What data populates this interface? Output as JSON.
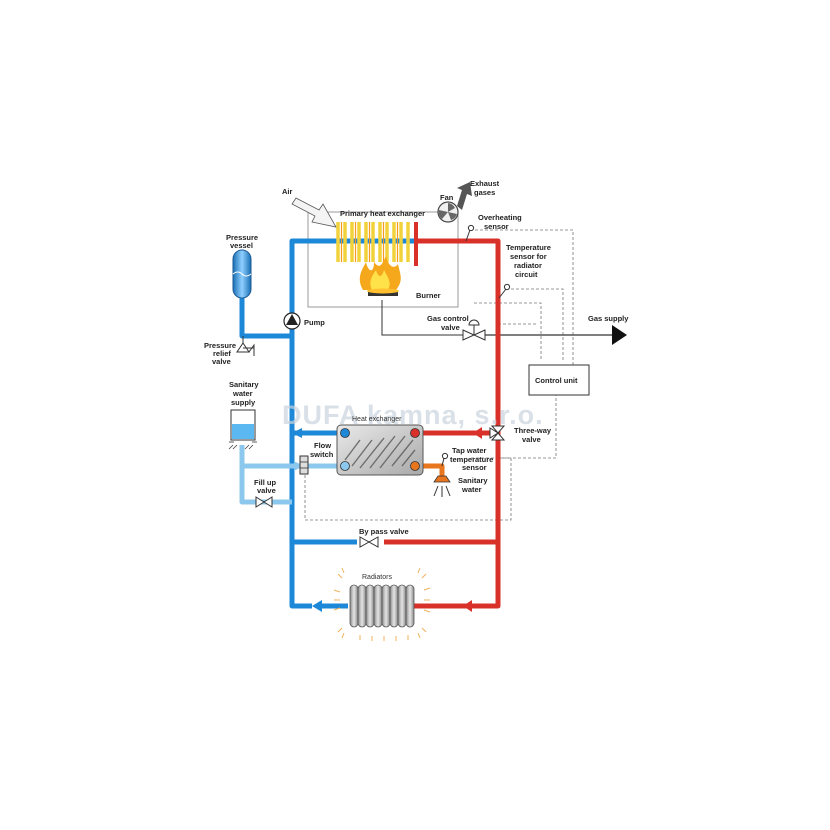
{
  "labels": {
    "air": "Air",
    "fan": "Fan",
    "exhaust_1": "Exhaust",
    "exhaust_2": "gases",
    "primary_heat_exchanger": "Primary heat exchanger",
    "overheating_1": "Overheating",
    "overheating_2": "sensor",
    "temp_sensor_1": "Temperature",
    "temp_sensor_2": "sensor for",
    "temp_sensor_3": "radiator",
    "temp_sensor_4": "circuit",
    "burner": "Burner",
    "pressure_vessel_1": "Pressure",
    "pressure_vessel_2": "vessel",
    "pump": "Pump",
    "gas_control_1": "Gas control",
    "gas_control_2": "valve",
    "gas_supply": "Gas supply",
    "pressure_relief_1": "Pressure",
    "pressure_relief_2": "relief",
    "pressure_relief_3": "valve",
    "control_unit": "Control unit",
    "sanitary_supply_1": "Sanitary",
    "sanitary_supply_2": "water",
    "sanitary_supply_3": "supply",
    "heat_exchanger": "Heat exchanger",
    "three_way_1": "Three-way",
    "three_way_2": "valve",
    "flow_switch_1": "Flow",
    "flow_switch_2": "switch",
    "tap_water_1": "Tap water",
    "tap_water_2": "temperature",
    "tap_water_3": "sensor",
    "sanitary_water_1": "Sanitary",
    "sanitary_water_2": "water",
    "fill_up_1": "Fill up",
    "fill_up_2": "valve",
    "bypass_valve": "By pass valve",
    "radiators": "Radiators"
  },
  "watermark": "DUFA kamna, s.r.o.",
  "colors": {
    "return_pipe": "#1e88d8",
    "flow_pipe": "#d9302a",
    "sanitary_cold": "#8cc8ee",
    "sanitary_hot": "#e8761e",
    "flame_outer": "#f5a81c",
    "flame_inner": "#ffe14a",
    "exchanger_fin": "#f2d23a",
    "control_line": "#777777"
  }
}
